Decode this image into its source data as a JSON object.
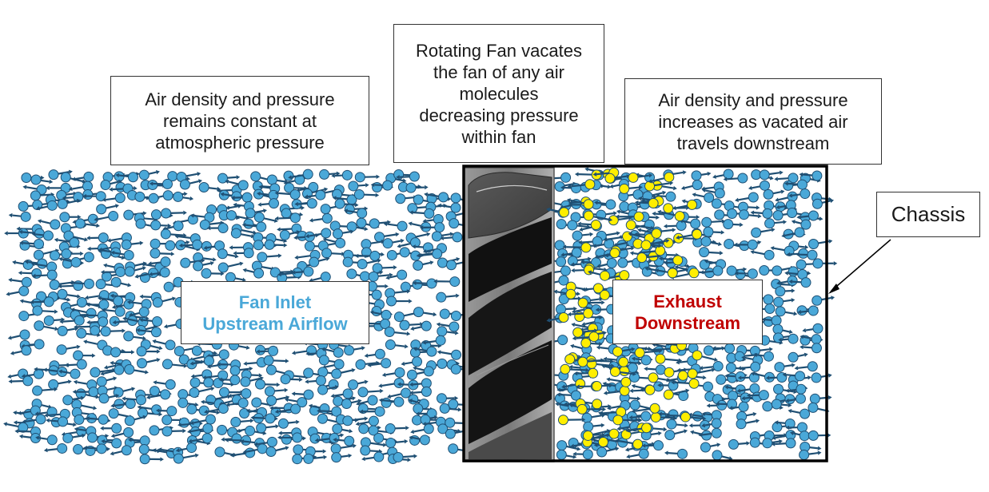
{
  "callouts": {
    "upstream": "Air density and pressure\nremains constant at\natmospheric pressure",
    "fan": "Rotating Fan vacates\nthe fan of any air\nmolecules\ndecreasing pressure\nwithin fan",
    "downstream": "Air density and pressure\nincreases as vacated air\ntravels downstream",
    "chassis": "Chassis"
  },
  "labels": {
    "inlet": "Fan Inlet\nUpstream Airflow",
    "exhaust": "Exhaust\nDownstream"
  },
  "colors": {
    "molecule_blue": "#4aa8d8",
    "molecule_yellow": "#ffee00",
    "inlet_text": "#4aa8d8",
    "exhaust_text": "#c00000",
    "fan_dark": "#1a1a1a",
    "fan_gray": "#8a8a8a"
  }
}
